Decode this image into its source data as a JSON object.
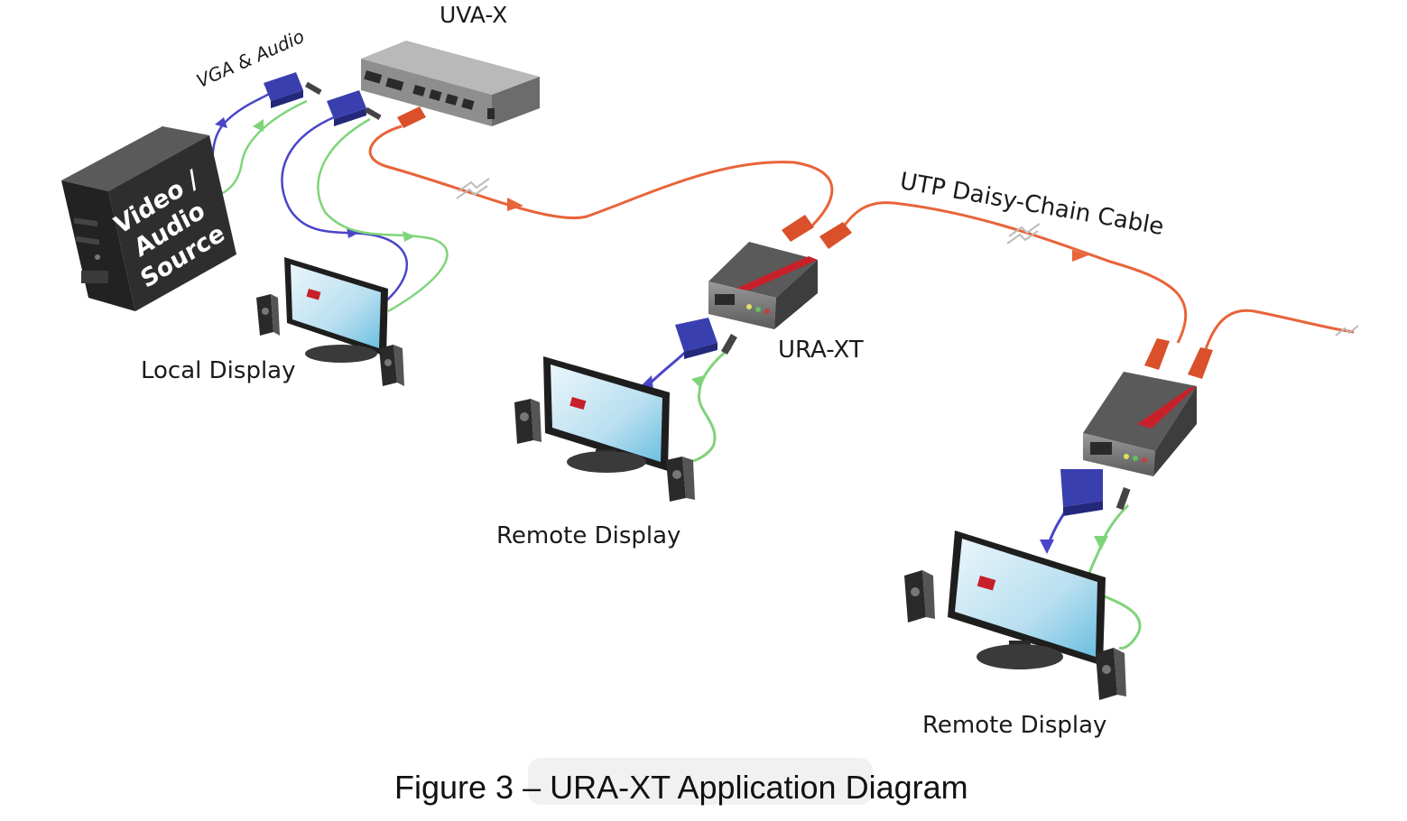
{
  "labels": {
    "uva_x": "UVA-X",
    "vga_audio": "VGA & Audio",
    "pc_line1": "Video /",
    "pc_line2": "Audio",
    "pc_line3": "Source",
    "utp_cable": "UTP Daisy-Chain Cable",
    "ura_xt": "URA-XT",
    "local_display": "Local Display",
    "remote_display_1": "Remote Display",
    "remote_display_2": "Remote Display"
  },
  "caption": "Figure 3 – URA-XT Application Diagram",
  "colors": {
    "utp_cable": "#e8643a",
    "vga_cable": "#4a45c8",
    "audio_cable": "#7fd47a",
    "device_dark": "#3d3d3d",
    "accent_red": "#c8202a"
  }
}
